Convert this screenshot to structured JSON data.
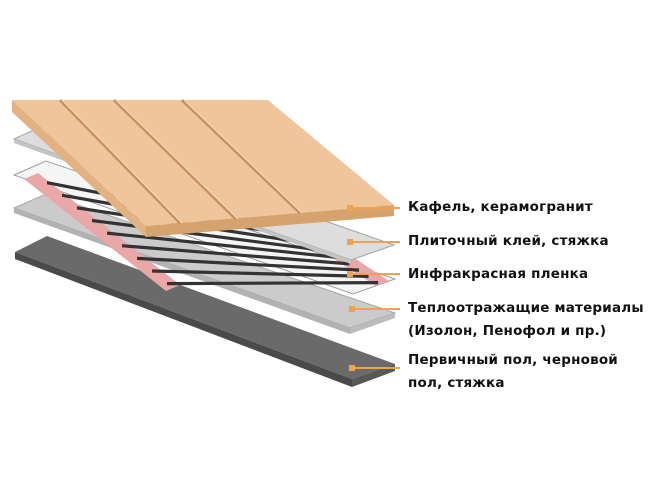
{
  "colors": {
    "tile": "#EDC59B",
    "tile_edge": "#D9A774",
    "tile_seam": "#C8925E",
    "adhesive": "#DEDEDE",
    "adhesive_edge": "#AFAFAF",
    "film_base": "#F4F4F4",
    "film_strip": "#3A3A3A",
    "film_band": "#E9A7A8",
    "reflector": "#C9C9C9",
    "subfloor": "#666666",
    "leader": "#F3A14B",
    "text": "#111111"
  },
  "layers": [
    {
      "id": "tile",
      "lines": [
        "Кафель, керамогранит"
      ],
      "icon": "tile-layer"
    },
    {
      "id": "adhesive",
      "lines": [
        "Плиточный клей, стяжка"
      ],
      "icon": "adhesive-layer"
    },
    {
      "id": "film",
      "lines": [
        "Инфракрасная пленка"
      ],
      "icon": "infrared-film-layer"
    },
    {
      "id": "reflector",
      "lines": [
        "Теплоотражащие материалы",
        "(Изолон, Пенофол и пр.)"
      ],
      "icon": "reflective-layer"
    },
    {
      "id": "subfloor",
      "lines": [
        "Первичный пол, черновой",
        "пол, стяжка"
      ],
      "icon": "subfloor-layer"
    }
  ]
}
